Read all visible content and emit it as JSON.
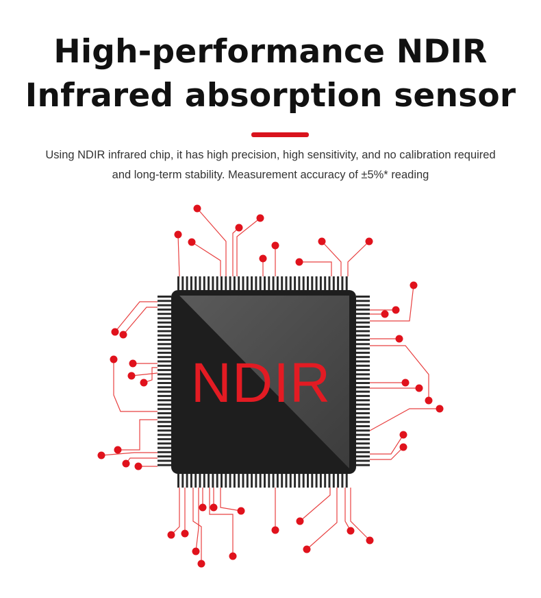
{
  "title": {
    "line1": "High-performance NDIR",
    "line2": "Infrared absorption sensor"
  },
  "subtitle": {
    "line1": "Using NDIR infrared chip, it has high precision, high sensitivity, and no calibration required",
    "line2": "and long-term stability. Measurement accuracy of ±5%* reading"
  },
  "chip": {
    "label": "NDIR",
    "label_color": "#e31b23",
    "body_color": "#1e1e1e",
    "highlight_color": "#4a4a4a",
    "pin_color": "#2a2a2a",
    "trace_color": "#e84040",
    "dot_color": "#e0121c"
  },
  "colors": {
    "accent": "#d9131d",
    "title_text": "#111111",
    "body_text": "#333333"
  }
}
